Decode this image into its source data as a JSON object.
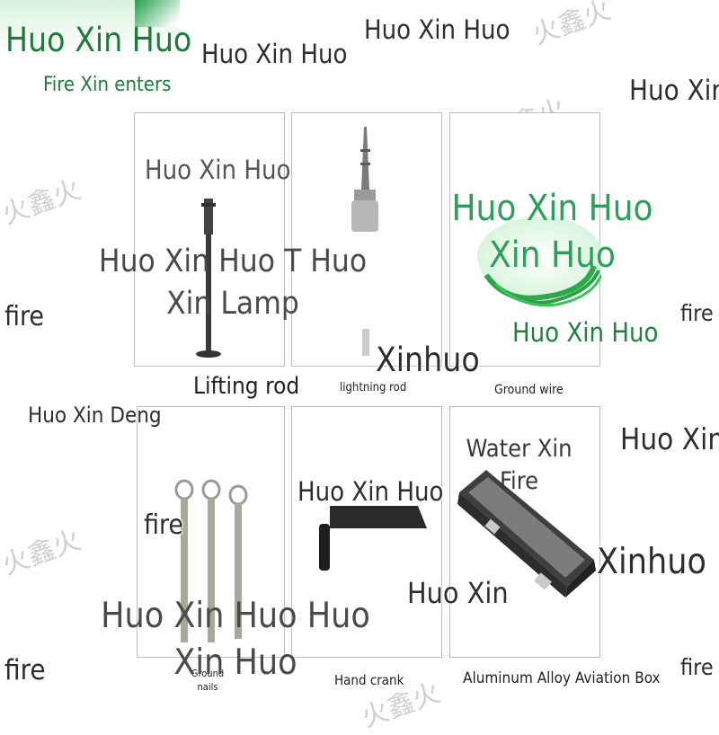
{
  "header": {
    "brand_title": "Huo Xin Huo",
    "brand_subtitle": "Fire Xin enters"
  },
  "colors": {
    "accent_green": "#1a8f3f",
    "panel_border": "#bdbdbd",
    "text_dark": "#222222"
  },
  "watermarks": {
    "top_center_1": "Huo Xin Huo",
    "top_center_2": "Huo Xin Huo",
    "top_right": "Huo Xin",
    "panel1_top": "Huo Xin Huo",
    "panel1_big": "Huo Xin Huo T Huo Xin Lamp",
    "panel3_green_big": "Huo Xin Huo Xin Huo",
    "panel3_green_small": "Huo Xin Huo",
    "left_fire_1": "fire",
    "right_fire_1": "fire",
    "xinhuo_1": "Xinhuo",
    "left_deng": "Huo Xin Deng",
    "right_huo_xin": "Huo Xin",
    "water_xin_fire": "Water Xin Fire",
    "panel5_top": "Huo Xin Huo",
    "fire_mid": "fire",
    "xinhuo_2": "Xinhuo",
    "huo_xin_mid": "Huo Xin",
    "bottom_big": "Huo Xin Huo Huo Xin Huo",
    "left_fire_2": "fire",
    "right_fire_2": "fire",
    "cjk": "火鑫火"
  },
  "products": [
    {
      "caption": "Lifting rod",
      "icon": "lifting-rod"
    },
    {
      "caption": "lightning rod",
      "icon": "lightning-rod"
    },
    {
      "caption": "Ground wire",
      "icon": "ground-wire-coil"
    },
    {
      "caption": "Ground nails",
      "icon": "ground-nails"
    },
    {
      "caption": "Hand crank",
      "icon": "hand-crank"
    },
    {
      "caption": "Aluminum Alloy Aviation Box",
      "icon": "aviation-box"
    }
  ]
}
